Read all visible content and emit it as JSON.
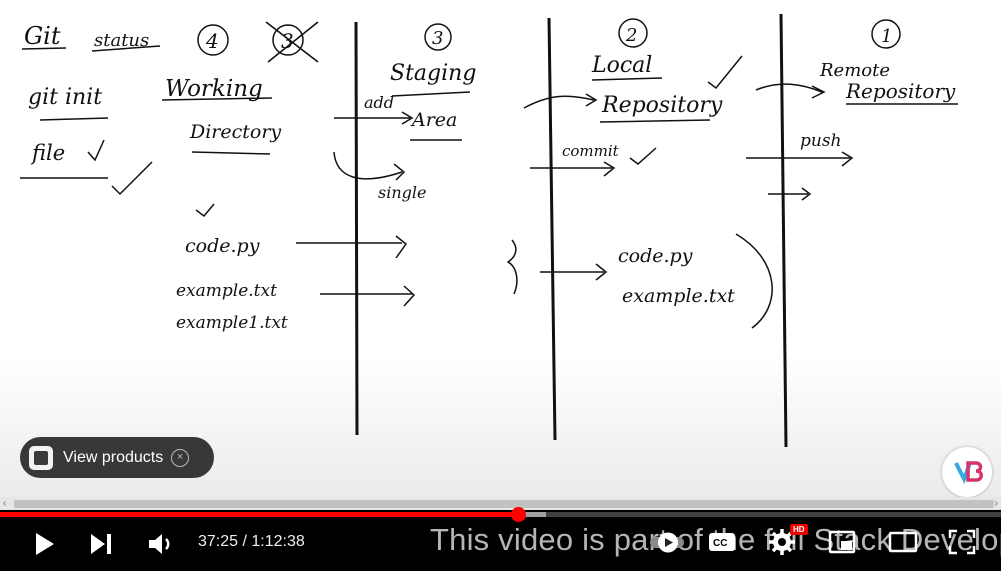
{
  "video": {
    "board_text": {
      "git": "Git",
      "status": "status",
      "git_init": "git init",
      "file": "file",
      "num4": "4",
      "num3a": "3",
      "num3": "3",
      "num2": "2",
      "num1": "1",
      "working": "Working",
      "directory": "Directory",
      "staging": "Staging",
      "area": "Area",
      "add": "add",
      "single": "single",
      "local": "Local",
      "repository": "Repository",
      "commit": "commit",
      "remote": "Remote",
      "remote_repository": "Repository",
      "push": "push",
      "code_py": "code.py",
      "example_txt": "example.txt",
      "example1_txt": "example1.txt",
      "code_py_2": "code.py",
      "example_txt_2": "example.txt"
    }
  },
  "overlay": {
    "view_products_label": "View products"
  },
  "player": {
    "time_display": "37:25 / 1:12:38",
    "caption_text": "This video is part of the full Stack Developer",
    "progress_fraction": 0.517,
    "buffered_fraction": 0.545,
    "hd_badge": "HD",
    "accent_color": "#ff0000"
  },
  "icons": {
    "play": "play-icon",
    "next": "next-icon",
    "volume": "volume-icon",
    "autoplay": "autoplay-toggle-icon",
    "cc": "closed-captions-icon",
    "settings": "settings-gear-icon",
    "miniplayer": "miniplayer-icon",
    "theater": "theater-mode-icon",
    "fullscreen": "fullscreen-icon"
  }
}
